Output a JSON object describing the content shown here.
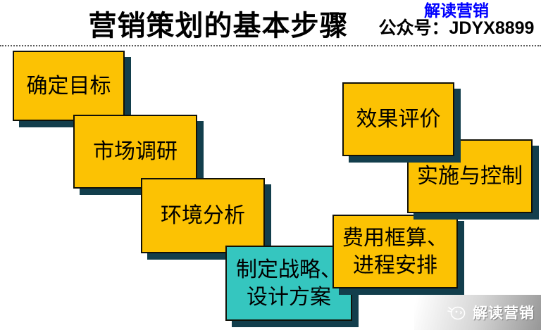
{
  "header": {
    "title": "营销策划的基本步骤",
    "brand_name": "解读营销",
    "account_id": "公众号：JDYX8899"
  },
  "steps": [
    {
      "label": "确定目标",
      "fill": "#FCC203"
    },
    {
      "label": "市场调研",
      "fill": "#FCC203"
    },
    {
      "label": "环境分析",
      "fill": "#FCC203"
    },
    {
      "label": "制定战略、\n设计方案",
      "fill": "#35C6BF"
    },
    {
      "label": "费用框算、\n进程安排",
      "fill": "#FCC203"
    },
    {
      "label": "实施与控制",
      "fill": "#FCC203"
    },
    {
      "label": "效果评价",
      "fill": "#FCC203"
    }
  ],
  "watermark": {
    "brand_name": "解读营销",
    "logo": "doodle-bird-logo"
  },
  "colors": {
    "step_fill": "#FCC203",
    "highlight_fill": "#35C6BF",
    "box_shadow": "#123E4C",
    "box_border": "#111108",
    "brand_blue": "#0000FE",
    "title_text": "#000000",
    "watermark_text": "#FFFFFF"
  }
}
